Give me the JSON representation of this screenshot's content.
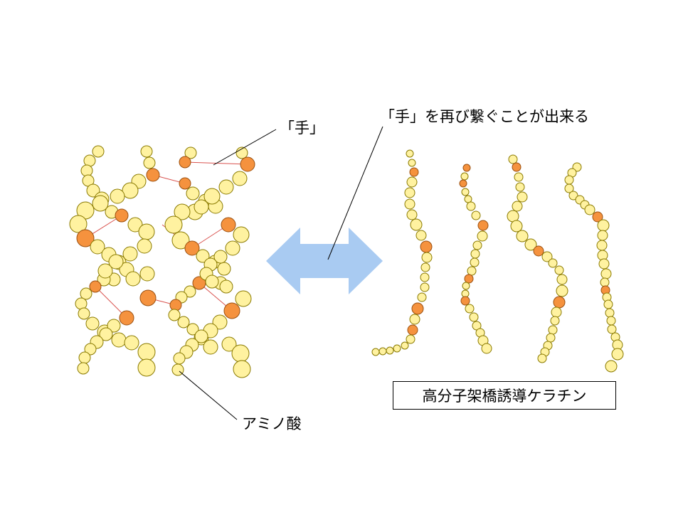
{
  "labels": {
    "hand": "「手」",
    "reconnect": "「手」を再び繋ぐことが出来る",
    "amino_acid": "アミノ酸",
    "keratin": "高分子架橋誘導ケラチン"
  },
  "colors": {
    "bead_fill": "#fff2a0",
    "bead_stroke": "#8a7a00",
    "link_bead_fill": "#f5923e",
    "link_bead_stroke": "#9a5010",
    "crosslink_line": "#d9534f",
    "arrow_fill": "#a9cbf2",
    "leader_line": "#000000"
  }
}
